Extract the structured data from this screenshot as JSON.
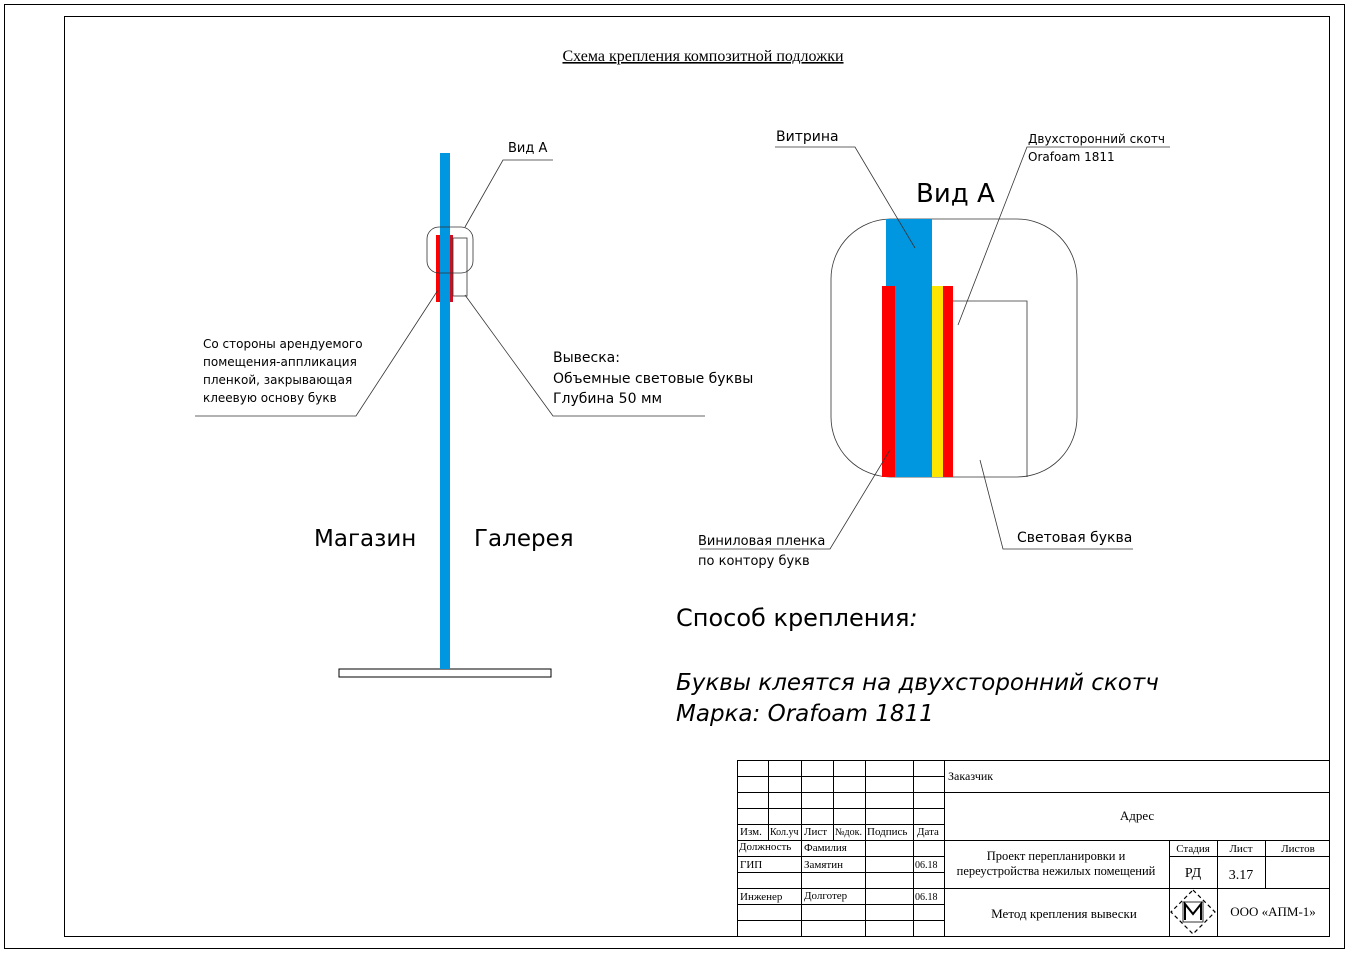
{
  "title": "Схема крепления композитной подложки",
  "left_view": {
    "view_label": "Вид А",
    "left_note": [
      "Со стороны арендуемого",
      "помещения-аппликация",
      "пленкой, закрывающая",
      "клеевую основу букв"
    ],
    "right_note": [
      "Вывеска:",
      "Объемные световые буквы",
      "Глубина 50 мм"
    ],
    "side_left": "Магазин",
    "side_right": "Галерея"
  },
  "detail_view": {
    "heading": "Вид А",
    "vitrina": "Витрина",
    "tape": [
      "Двухсторонний скотч",
      "Orafoam 1811"
    ],
    "vinyl": [
      "Виниловая пленка",
      "по контору букв"
    ],
    "letter": "Световая буква"
  },
  "method": {
    "heading": "Способ крепления",
    "colon": ":",
    "line1": "Буквы клеятся на двухсторонний скотч",
    "line2": "Марка: Orafoam 1811"
  },
  "stamp": {
    "headers": [
      "Изм.",
      "Кол.уч",
      "Лист",
      "№док.",
      "Подпись",
      "Дата"
    ],
    "col_dolzh": "Должность",
    "col_fam": "Фамилия",
    "row1": {
      "role": "ГИП",
      "name": "Замятин",
      "date": "06.18"
    },
    "row2": {
      "role": "Инженер",
      "name": "Долготер",
      "date": "06.18"
    },
    "customer": "Заказчик",
    "address": "Адрес",
    "project": [
      "Проект перепланировки и",
      "переустройства нежилых помещений"
    ],
    "stage_h": "Стадия",
    "sheet_h": "Лист",
    "sheets_h": "Листов",
    "stage": "РД",
    "sheet": "3.17",
    "drawing": "Метод крепления вывески",
    "company": "ООО «АПМ-1»"
  },
  "colors": {
    "glass": "#0096e0",
    "film": "#ff0000",
    "tape": "#ffe400"
  }
}
